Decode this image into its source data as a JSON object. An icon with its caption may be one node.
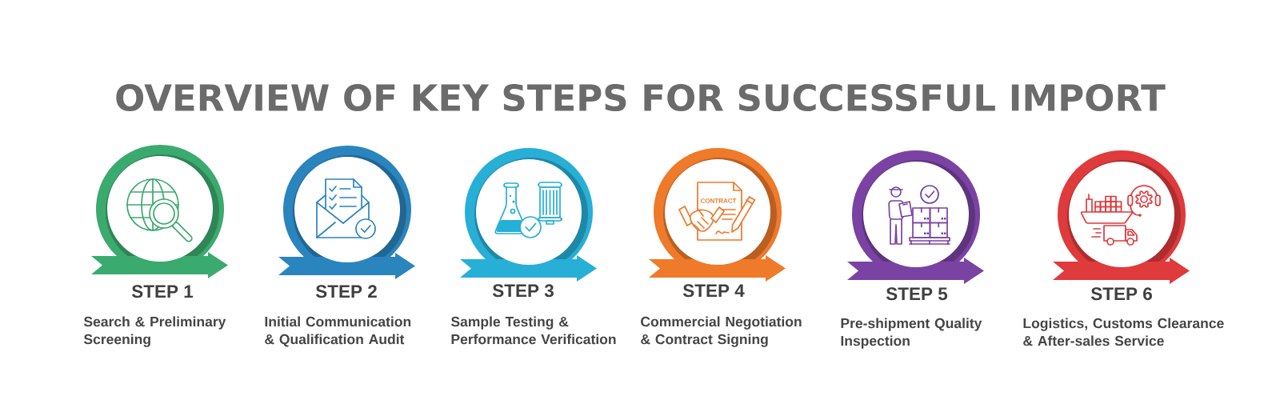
{
  "diagram": {
    "title": "OVERVIEW OF KEY STEPS FOR SUCCESSFUL IMPORT",
    "nodes": [
      {
        "text": [
          "STEP 1",
          "Search & Preliminary Screening"
        ]
      },
      {
        "text": [
          "STEP 2",
          "Initial Communication & Qualification Audit"
        ]
      },
      {
        "text": [
          "STEP 3",
          "Sample Testing & Performance Verification"
        ]
      },
      {
        "text": [
          "STEP 4",
          "Commercial Negotiation & Contract Signing"
        ]
      },
      {
        "text": [
          "STEP 5",
          "Pre-shipment Quality Inspection"
        ]
      },
      {
        "text": [
          "STEP 6",
          "Logistics, Customs Clearance & After-sales Service"
        ]
      }
    ],
    "labels": [
      "CONTRACT"
    ]
  }
}
